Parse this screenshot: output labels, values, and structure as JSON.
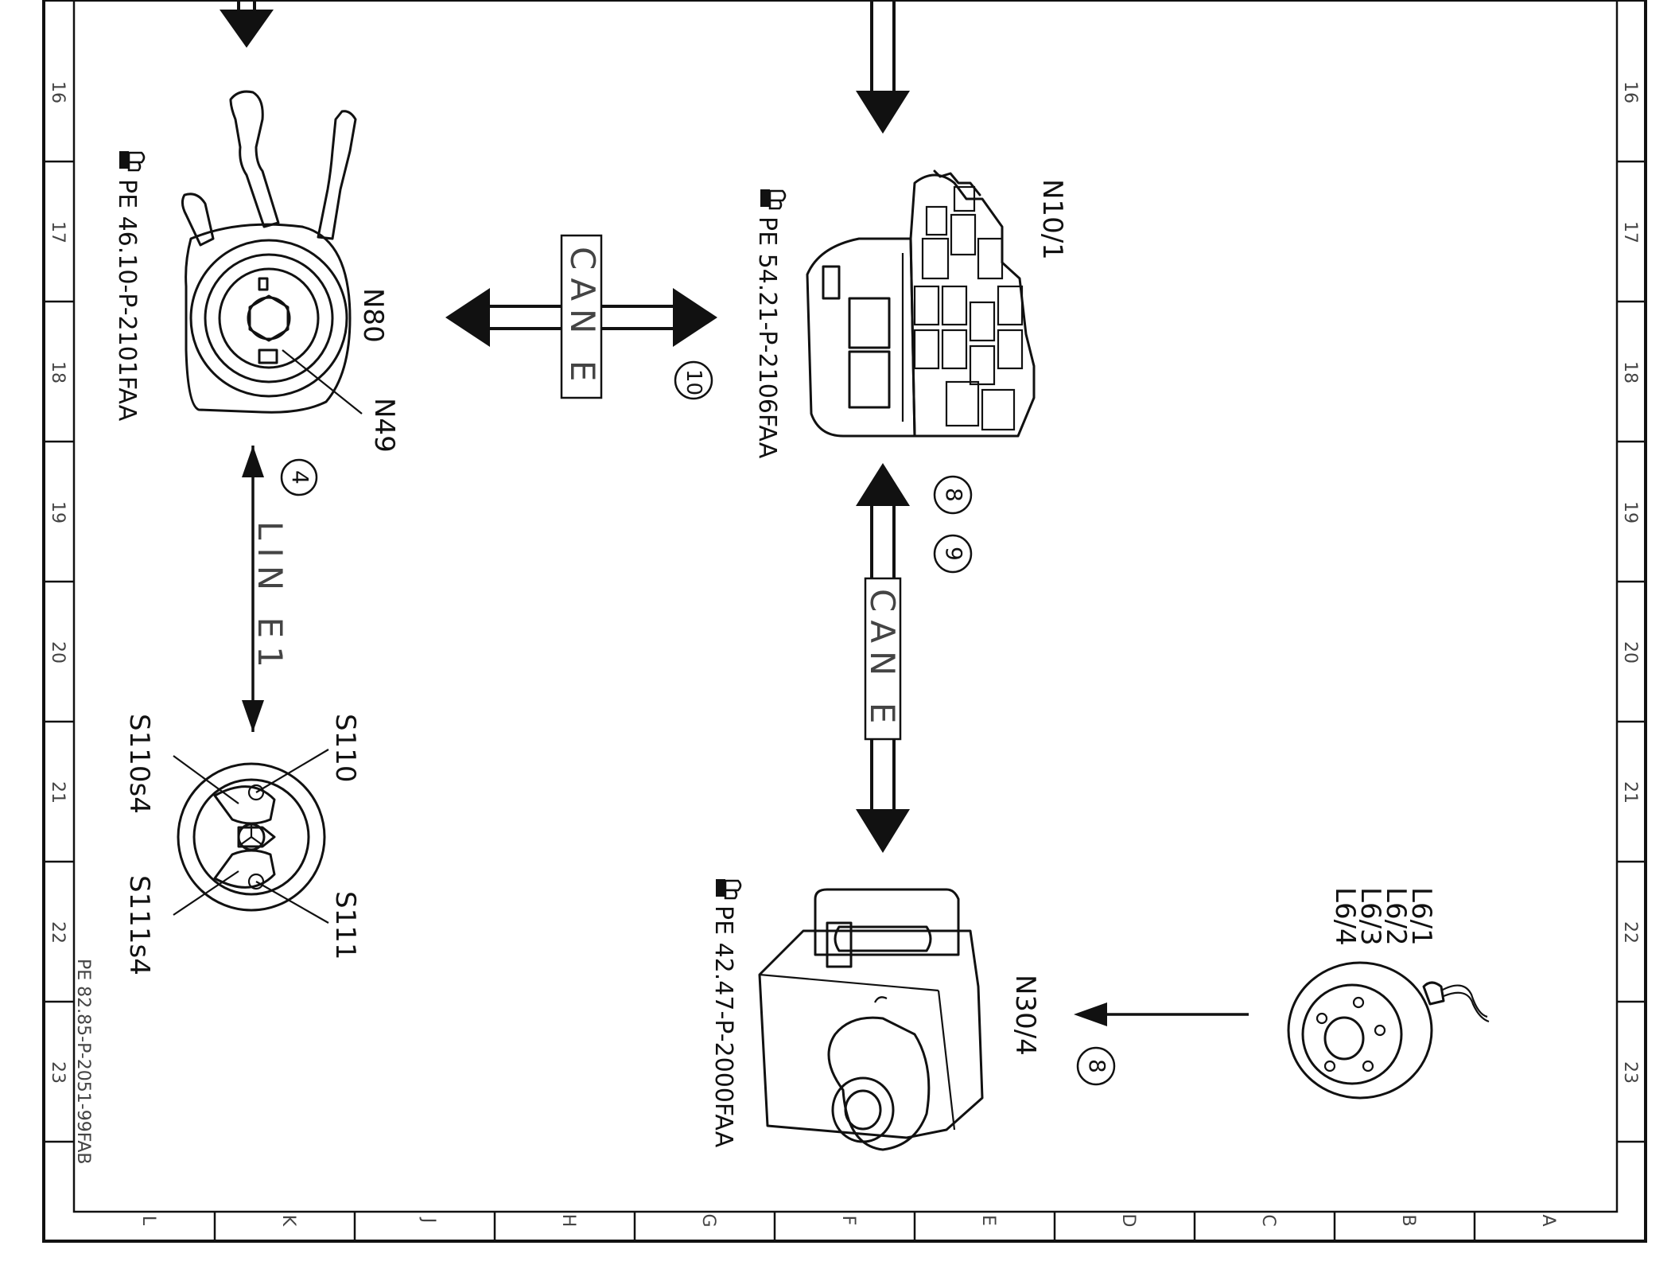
{
  "document": {
    "id": "PE 82.85-P-2051-99FAB",
    "ruler_numbers": [
      "16",
      "17",
      "18",
      "19",
      "20",
      "21",
      "22",
      "23"
    ],
    "ruler_letters": [
      "L",
      "K",
      "J",
      "H",
      "G",
      "F",
      "E",
      "D",
      "C",
      "B",
      "A"
    ]
  },
  "components": {
    "n80": {
      "label": "N80",
      "sub_label": "N49",
      "ref": "PE 46.10-P-2101FAA"
    },
    "n10": {
      "label": "N10/1",
      "ref": "PE 54.21-P-2106FAA"
    },
    "n30": {
      "label": "N30/4",
      "ref": "PE 42.47-P-2000FAA"
    },
    "steering_wheel": {
      "labels": [
        "S110",
        "S110s4",
        "S111",
        "S111s4"
      ]
    },
    "sensors": {
      "labels": [
        "L6/1",
        "L6/2",
        "L6/3",
        "L6/4"
      ]
    }
  },
  "buses": {
    "can_top": "CAN E",
    "can_vertical": "CAN E",
    "lin": "LIN E1"
  },
  "markers": {
    "m10": "10",
    "m4": "4",
    "m8_top": "8",
    "m9": "9",
    "m8_bottom": "8"
  },
  "icons": [
    "pointing-hand-icon",
    "arrow-down-icon",
    "arrow-bidirectional-icon"
  ]
}
